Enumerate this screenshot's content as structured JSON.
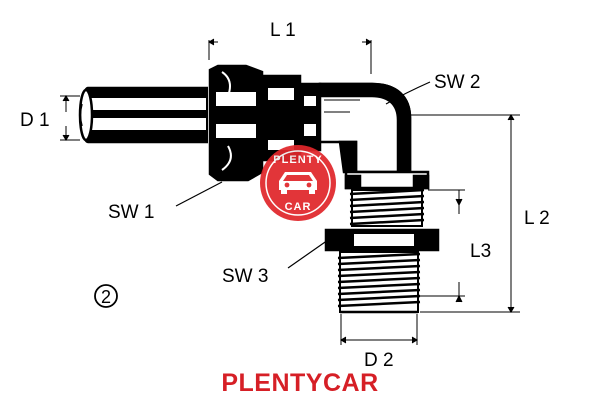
{
  "labels": {
    "l1": "L 1",
    "sw2": "SW 2",
    "d1": "D 1",
    "sw1": "SW 1",
    "l2": "L 2",
    "l3": "L3",
    "sw3": "SW 3",
    "d2": "D 2",
    "index": "2"
  },
  "watermark": {
    "top": "PLENTY",
    "bottom": "CAR"
  },
  "brand": {
    "text": "PLENTYCAR",
    "color": "#d61f26"
  },
  "colors": {
    "line": "#000000",
    "watermark": "#e0262b"
  }
}
